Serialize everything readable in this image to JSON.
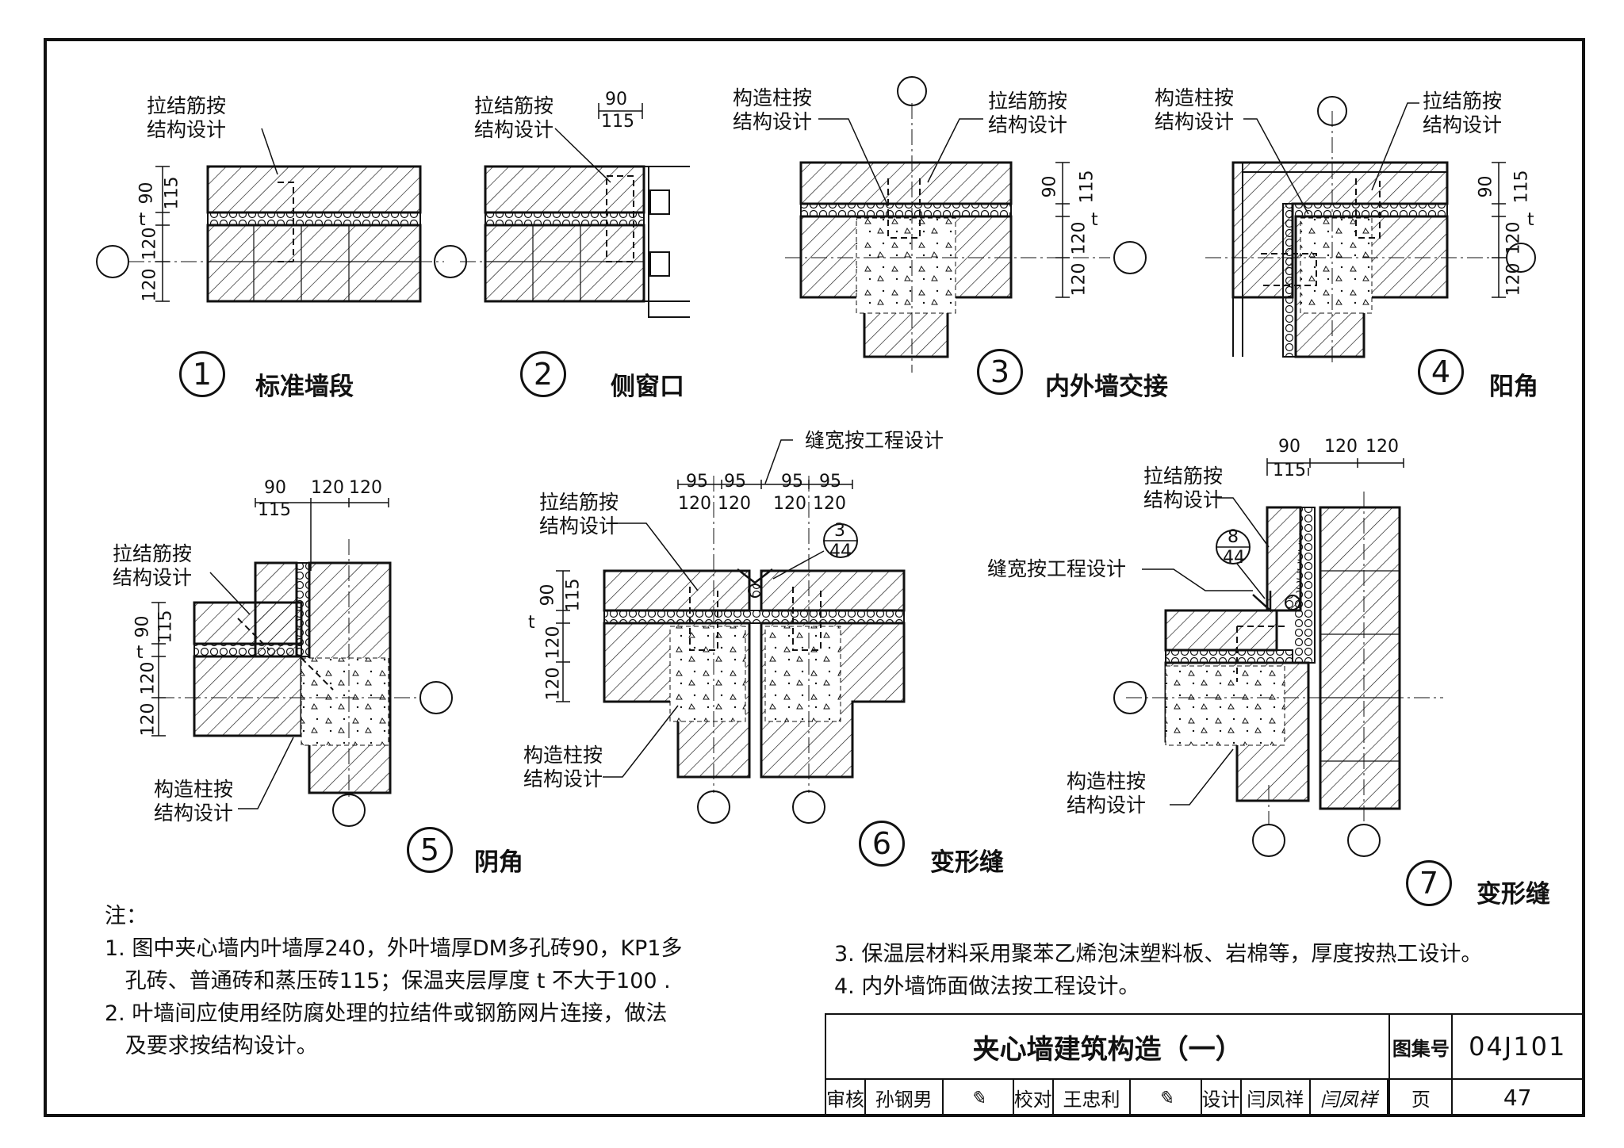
{
  "details": [
    {
      "number": "1",
      "title": "标准墙段",
      "tie_label": [
        "拉结筋按",
        "结构设计"
      ],
      "dims": [
        "90",
        "115",
        "t",
        "120",
        "120"
      ]
    },
    {
      "number": "2",
      "title": "侧窗口",
      "tie_label": [
        "拉结筋按",
        "结构设计"
      ],
      "dims": [
        "90",
        "115"
      ]
    },
    {
      "number": "3",
      "title": "内外墙交接",
      "col_label": [
        "构造柱按",
        "结构设计"
      ],
      "tie_label": [
        "拉结筋按",
        "结构设计"
      ],
      "dims": [
        "90",
        "115",
        "t",
        "120",
        "120"
      ]
    },
    {
      "number": "4",
      "title": "阳角",
      "col_label": [
        "构造柱按",
        "结构设计"
      ],
      "tie_label": [
        "拉结筋按",
        "结构设计"
      ],
      "dims": [
        "90",
        "115",
        "t",
        "120",
        "120"
      ]
    },
    {
      "number": "5",
      "title": "阴角",
      "tie_label": [
        "拉结筋按",
        "结构设计"
      ],
      "col_label": [
        "构造柱按",
        "结构设计"
      ],
      "dims": [
        "90",
        "115",
        "t",
        "120",
        "120",
        "90",
        "115",
        "120",
        "120"
      ]
    },
    {
      "number": "6",
      "title": "变形缝",
      "tie_label": [
        "拉结筋按",
        "结构设计"
      ],
      "col_label": [
        "构造柱按",
        "结构设计"
      ],
      "gap_label": "缝宽按工程设计",
      "ref": [
        "3",
        "44"
      ],
      "dims": [
        "95",
        "95",
        "95",
        "95",
        "120",
        "120",
        "120",
        "120",
        "90",
        "115",
        "t",
        "120",
        "120"
      ]
    },
    {
      "number": "7",
      "title": "变形缝",
      "tie_label": [
        "拉结筋按",
        "结构设计"
      ],
      "col_label": [
        "构造柱按",
        "结构设计"
      ],
      "gap_label": "缝宽按工程设计",
      "ref": [
        "8",
        "44"
      ],
      "dims": [
        "90",
        "115",
        "120",
        "120"
      ]
    }
  ],
  "notes": {
    "heading": "注：",
    "items": [
      "1. 图中夹心墙内叶墙厚240，外叶墙厚DM多孔砖90，KP1多",
      "   孔砖、普通砖和蒸压砖115；保温夹层厚度 t 不大于100 .",
      "2. 叶墙间应使用经防腐处理的拉结件或钢筋网片连接，做法",
      "   及要求按结构设计。",
      "3. 保温层材料采用聚苯乙烯泡沫塑料板、岩棉等，厚度按热工设计。",
      "4. 内外墙饰面做法按工程设计。"
    ]
  },
  "title_block": {
    "title": "夹心墙建筑构造（一）",
    "atlas_label": "图集号",
    "atlas_no": "04J101",
    "review_label": "审核",
    "review_name": "孙钢男",
    "check_label": "校对",
    "check_name": "王忠利",
    "design_label": "设计",
    "design_name": "闫凤祥",
    "design_sign": "闫凤祥",
    "page_label": "页",
    "page_no": "47"
  }
}
